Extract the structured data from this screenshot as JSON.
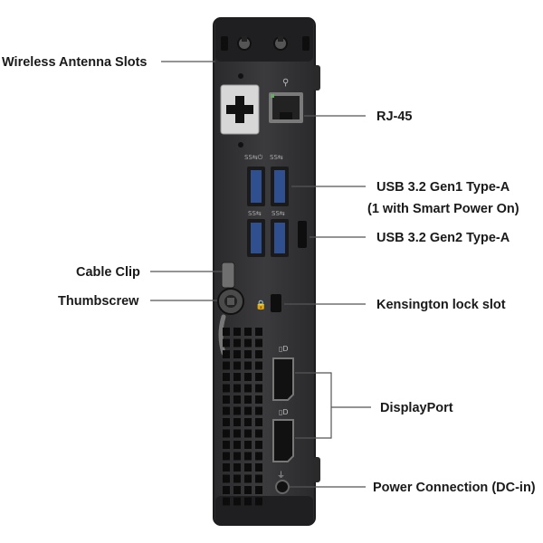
{
  "labels": {
    "wireless_antenna": "Wireless Antenna Slots",
    "rj45": "RJ-45",
    "usb_gen1_line1": "USB 3.2 Gen1 Type-A",
    "usb_gen1_line2": "(1 with Smart Power On)",
    "usb_gen2": "USB 3.2 Gen2 Type-A",
    "cable_clip": "Cable Clip",
    "thumbscrew": "Thumbscrew",
    "kensington": "Kensington lock slot",
    "displayport": "DisplayPort",
    "power": "Power Connection (DC-in)"
  },
  "colors": {
    "chassis": "#3a3a3c",
    "chassis_edge": "#1c1c1e",
    "usb_blue": "#2f4f8f",
    "leader_line": "#555555"
  }
}
